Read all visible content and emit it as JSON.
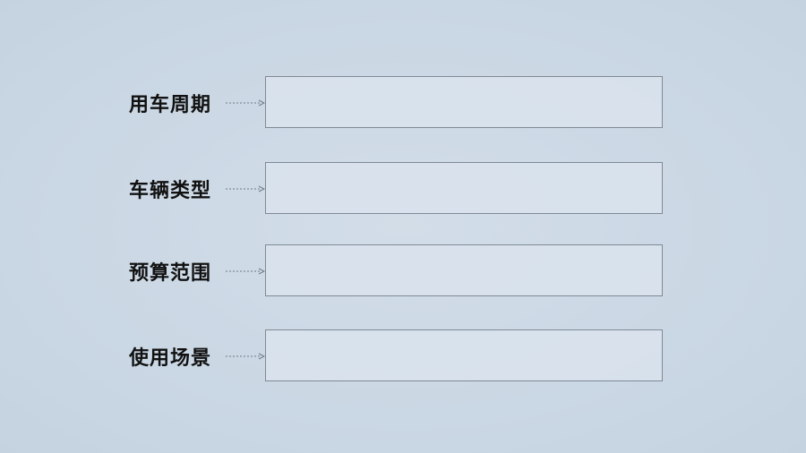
{
  "form": {
    "fields": [
      {
        "label": "用车周期",
        "value": ""
      },
      {
        "label": "车辆类型",
        "value": ""
      },
      {
        "label": "预算范围",
        "value": ""
      },
      {
        "label": "使用场景",
        "value": ""
      }
    ]
  },
  "style": {
    "background": "#c8d5e2",
    "field_background": "#dce5ee",
    "field_border": "#7f8a96",
    "arrow_color": "#6f7a87",
    "label_color": "#111111"
  },
  "icons": {
    "connector": "dotted-arrow-right-icon"
  }
}
